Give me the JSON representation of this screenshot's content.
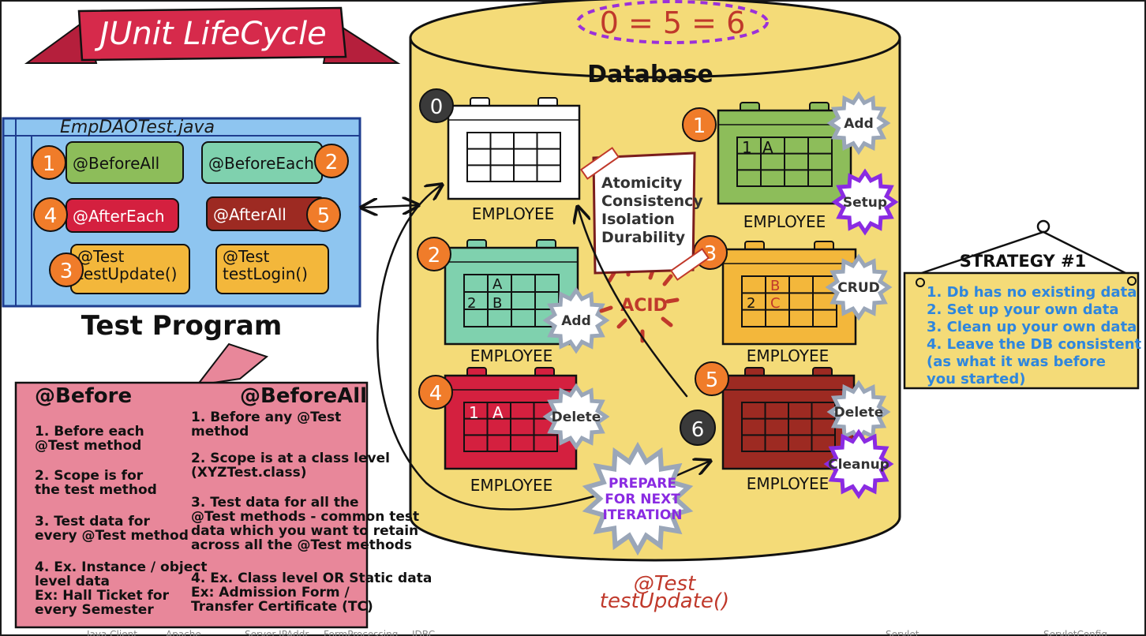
{
  "title": "JUnit LifeCycle",
  "equation": "0 = 5 = 6",
  "database": {
    "title": "Database",
    "table_label": "EMPLOYEE",
    "tables": [
      {
        "id": "0",
        "step": "0",
        "color": "#ffffff",
        "cells": []
      },
      {
        "id": "1",
        "step": "1",
        "color": "#8dbd5a",
        "cells": [
          "1",
          "A"
        ],
        "badges": [
          "Add",
          "Setup"
        ]
      },
      {
        "id": "2",
        "step": "2",
        "color": "#7fd1ae",
        "cells": [
          "A",
          "2",
          "B"
        ],
        "badges": [
          "Add"
        ]
      },
      {
        "id": "3",
        "step": "3",
        "color": "#f3b73b",
        "cells": [
          "B",
          "2",
          "C"
        ],
        "badges": [
          "CRUD"
        ]
      },
      {
        "id": "4",
        "step": "4",
        "color": "#d4203f",
        "cells": [
          "1",
          "A"
        ],
        "badges": [
          "Delete"
        ]
      },
      {
        "id": "5",
        "step": "5",
        "color": "#9d2a22",
        "cells": [],
        "badges": [
          "Delete",
          "Cleanup"
        ]
      }
    ],
    "step6": "6",
    "acid": {
      "lines": [
        "Atomicity",
        "Consistency",
        "Isolation",
        "Durability"
      ],
      "label": "ACID"
    },
    "prepare": [
      "PREPARE",
      "FOR NEXT",
      "ITERATION"
    ],
    "test_caption": [
      "@Test",
      "testUpdate()"
    ]
  },
  "test_program": {
    "file": "EmpDAOTest.java",
    "label": "Test Program",
    "items": [
      {
        "step": "1",
        "label": "@BeforeAll"
      },
      {
        "step": "2",
        "label": "@BeforeEach"
      },
      {
        "step": "4",
        "label": "@AfterEach"
      },
      {
        "step": "5",
        "label": "@AfterAll"
      },
      {
        "step": "3",
        "label": "@Test\ntestUpdate()"
      },
      {
        "step": "",
        "label": "@Test\ntestLogin()"
      }
    ]
  },
  "notes": {
    "before": {
      "title": "@Before",
      "items": [
        "1. Before each\n   @Test method",
        "2. Scope is for\n    the test method",
        "3. Test data for\n    every @Test method",
        "4. Ex. Instance / object\n    level data\n      Ex: Hall Ticket for\n      every Semester"
      ]
    },
    "before_all": {
      "title": "@BeforeAll",
      "items": [
        "1. Before any @Test\n    method",
        "2. Scope is at a class level\n      (XYZTest.class)",
        "3. Test data for all the\n     @Test methods - common test\n     data which you want to retain\n     across all the @Test methods",
        "4. Ex. Class level OR Static data\n      Ex: Admission Form /\n       Transfer Certificate (TC)"
      ]
    }
  },
  "strategy": {
    "title": "STRATEGY #1",
    "items": [
      "1. Db has no existing data",
      "2. Set up your own data",
      "3. Clean up your own data",
      "4. Leave the DB consistent",
      "   (as what it was before",
      "  you started)"
    ]
  },
  "bottom_strip": [
    "Java Client",
    "Apache",
    "Server IPAddr",
    "FormProcessing",
    "JDBC",
    "Servlet",
    "ServletConfig"
  ]
}
